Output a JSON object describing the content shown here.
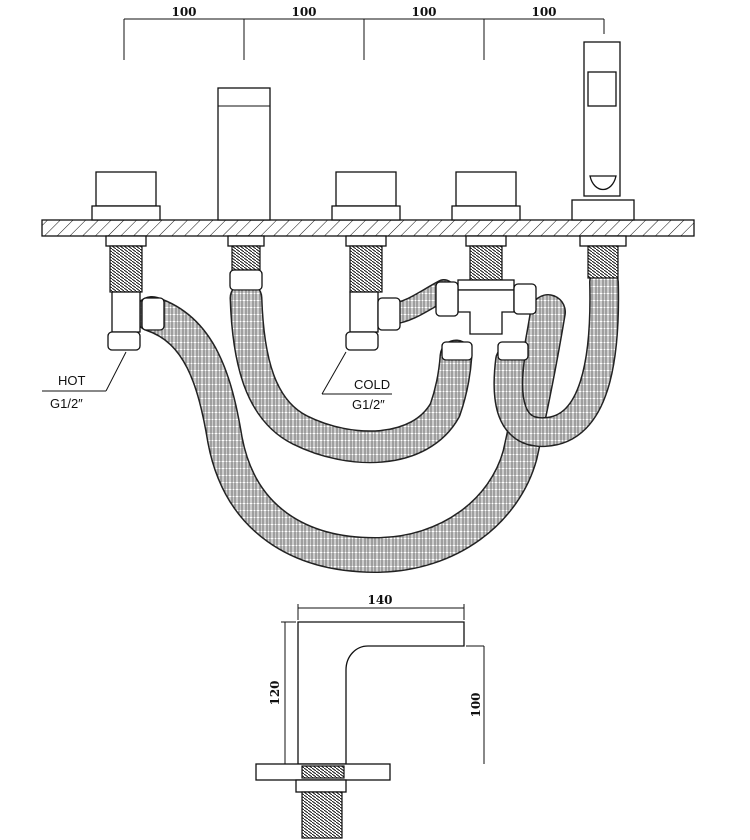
{
  "dimensions_top": [
    "100",
    "100",
    "100",
    "100"
  ],
  "labels": {
    "hot_line1": "HOT",
    "hot_line2": "G1/2″",
    "cold_line1": "COLD",
    "cold_line2": "G1/2″"
  },
  "side_view": {
    "width": "140",
    "height_total": "120",
    "height_spout": "100"
  }
}
